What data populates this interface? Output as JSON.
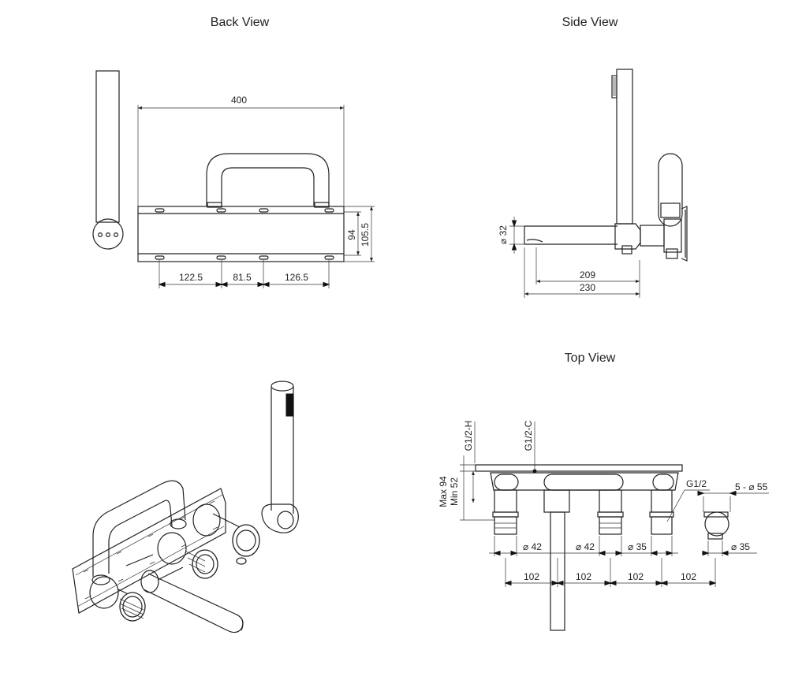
{
  "views": {
    "back": "Back View",
    "side": "Side View",
    "top": "Top View"
  },
  "back_view": {
    "width": "400",
    "height_inner": "94",
    "height_outer": "105.5",
    "spacing_1": "122.5",
    "spacing_2": "81.5",
    "spacing_3": "126.5"
  },
  "side_view": {
    "spout_diameter": "⌀ 32",
    "projection_inner": "209",
    "projection_outer": "230"
  },
  "top_view": {
    "hot_label": "G1/2-H",
    "cold_label": "G1/2-C",
    "depth_label_1": "Max 94",
    "depth_label_2": "Min 52",
    "thread_label": "G1/2",
    "count_label": "5 - ⌀ 55",
    "diam_1": "⌀ 42",
    "diam_2": "⌀ 42",
    "diam_3": "⌀ 35",
    "diam_4": "⌀ 35",
    "spacing_1": "102",
    "spacing_2": "102",
    "spacing_3": "102",
    "spacing_4": "102"
  }
}
